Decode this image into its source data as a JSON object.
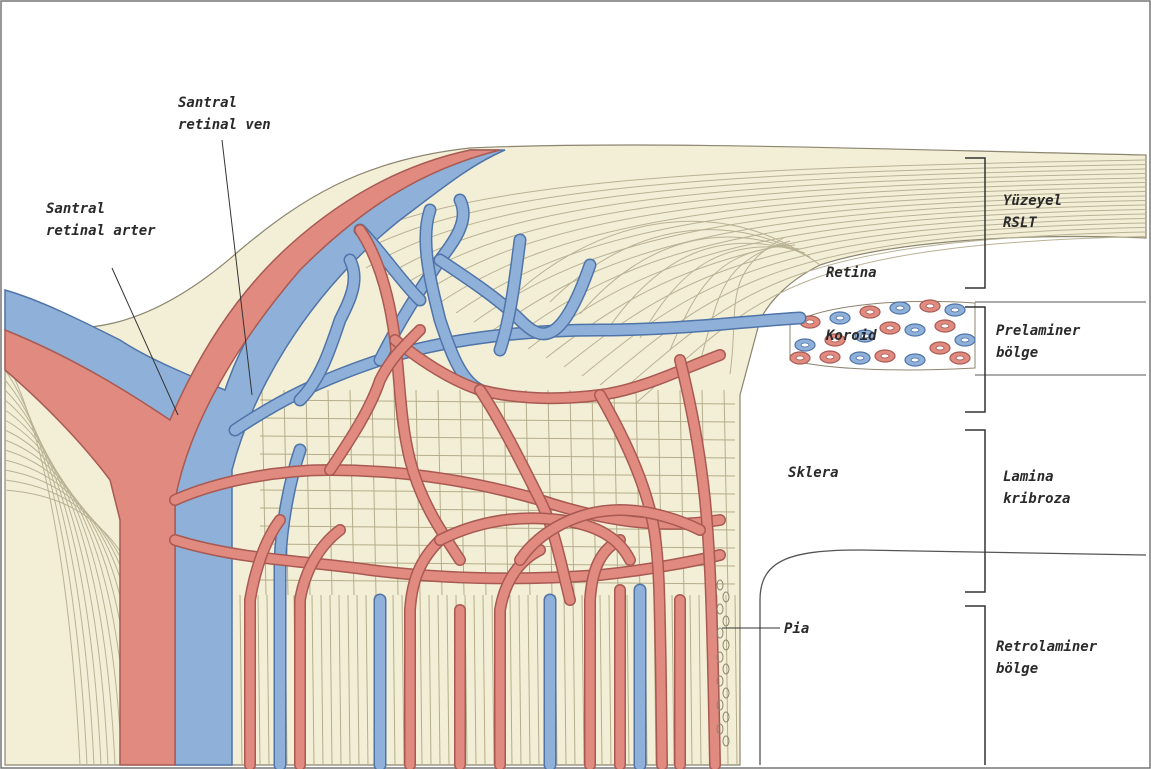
{
  "colors": {
    "background": "#ffffff",
    "tissue": "#f3eed6",
    "fiber": "#b9b294",
    "artery": "#e08a80",
    "artery_edge": "#a85a52",
    "vein": "#8fb0d8",
    "vein_edge": "#4f74a8",
    "text": "#2a2a2a"
  },
  "labels": {
    "central_vein": [
      "Santral",
      "retinal ven"
    ],
    "central_artery": [
      "Santral",
      "retinal arter"
    ],
    "retina": "Retina",
    "choroid": "Koroid",
    "sclera": "Sklera",
    "pia": "Pia",
    "superficial": [
      "Yüzeyel",
      "RSLT"
    ],
    "prelaminar": [
      "Prelaminer",
      "bölge"
    ],
    "lamina": [
      "Lamina",
      "kribroza"
    ],
    "retrolaminar": [
      "Retrolaminer",
      "bölge"
    ]
  }
}
